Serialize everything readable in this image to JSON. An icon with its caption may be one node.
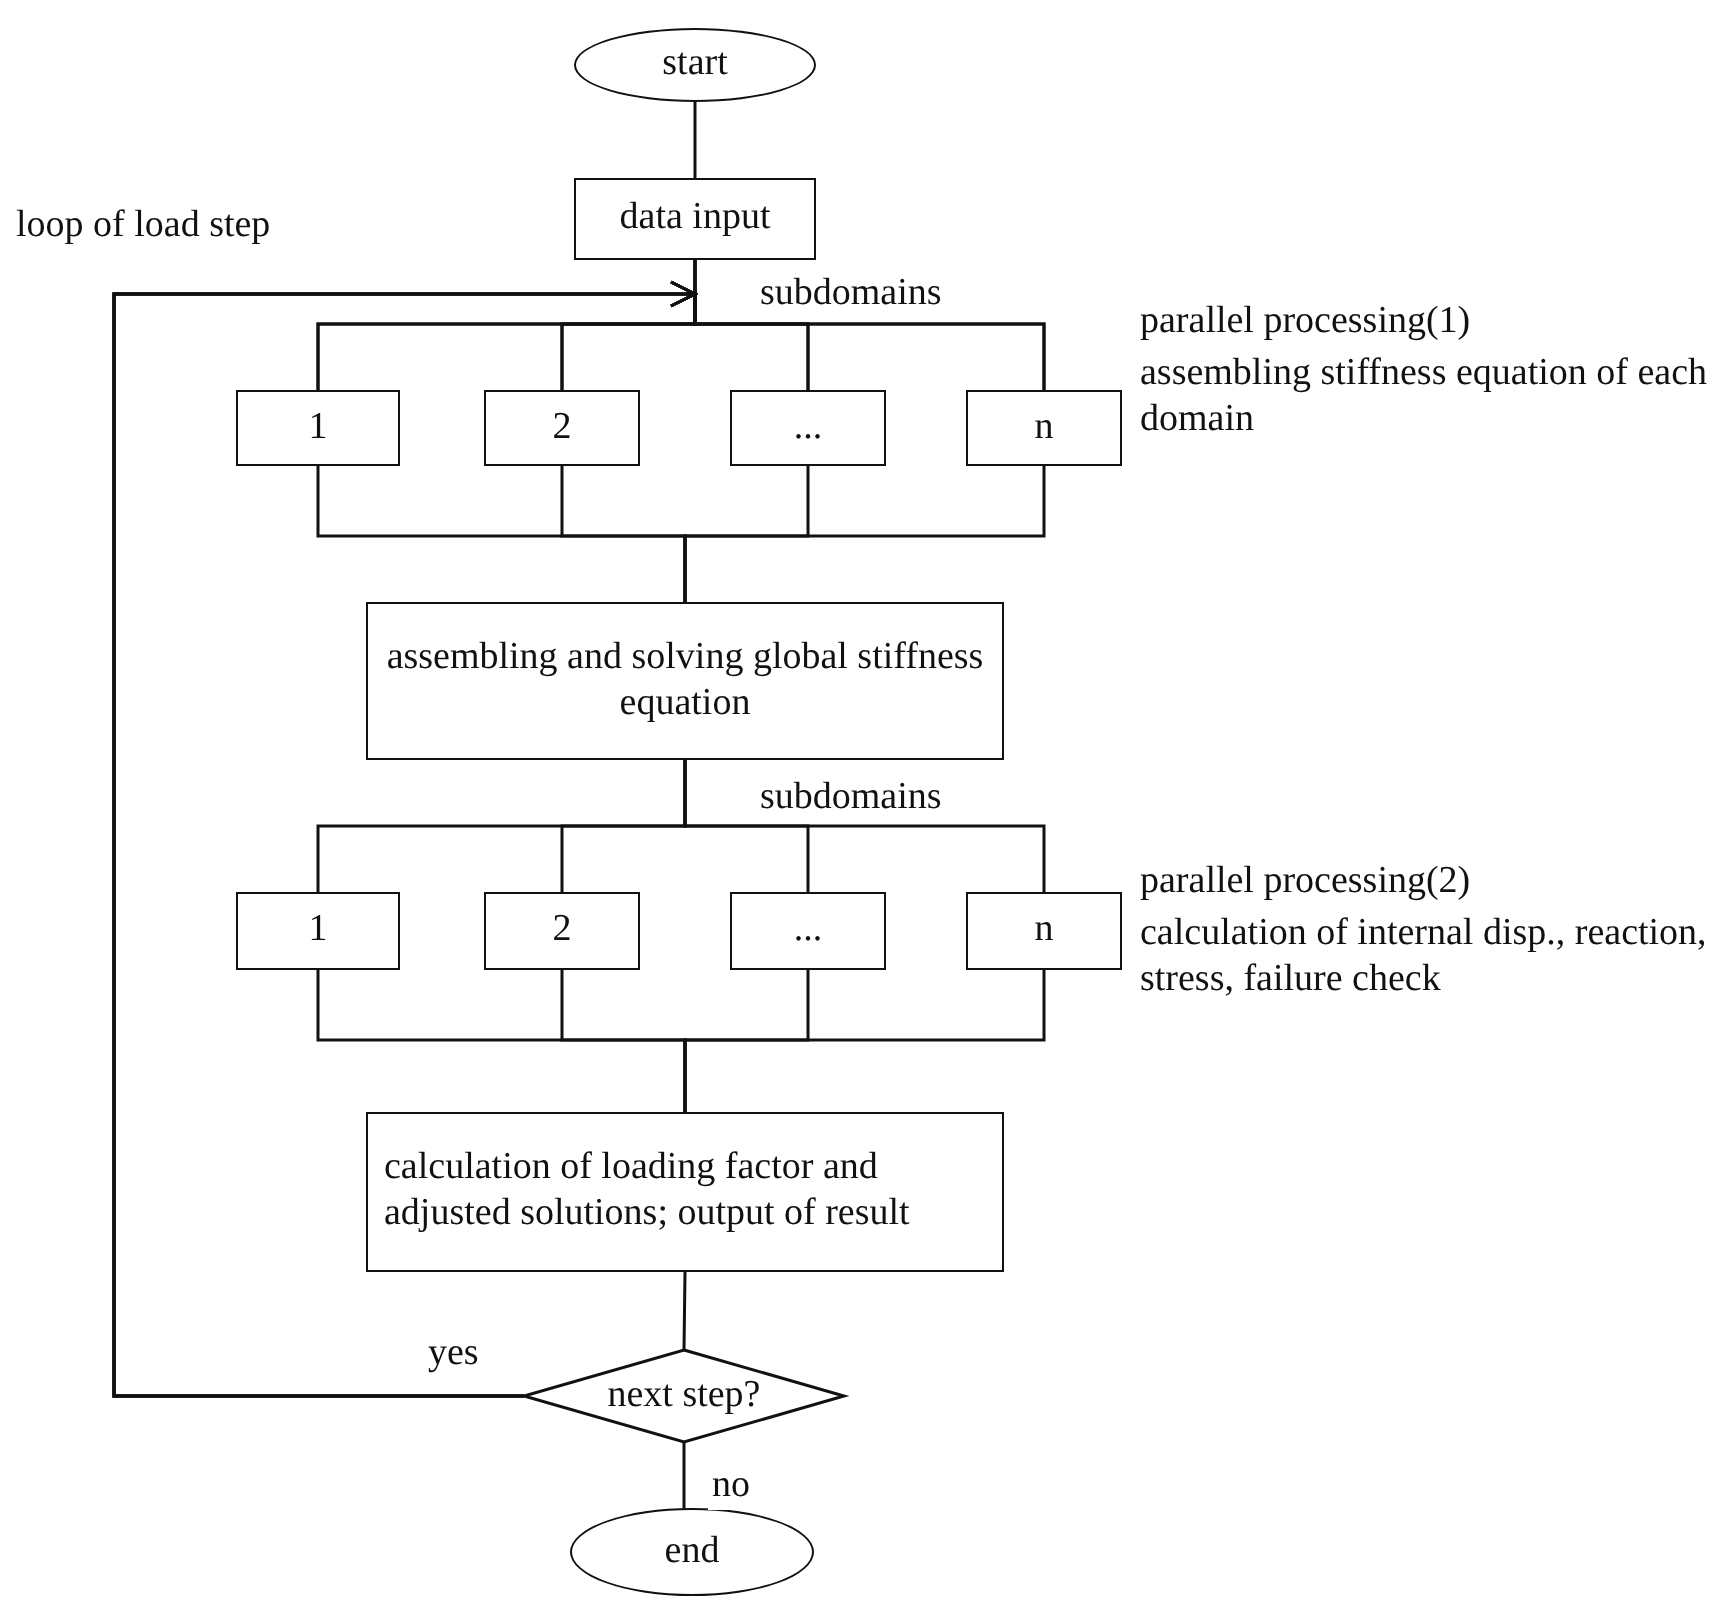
{
  "diagram": {
    "nodes": [
      {
        "text": [
          "start"
        ]
      },
      {
        "text": [
          "data input"
        ]
      },
      {
        "text": [
          "1"
        ]
      },
      {
        "text": [
          "2"
        ]
      },
      {
        "text": [
          "..."
        ]
      },
      {
        "text": [
          "n"
        ]
      },
      {
        "text": [
          "assembling and solving global stiffness equation"
        ]
      },
      {
        "text": [
          "1"
        ]
      },
      {
        "text": [
          "2"
        ]
      },
      {
        "text": [
          "..."
        ]
      },
      {
        "text": [
          "n"
        ]
      },
      {
        "text": [
          "calculation of loading factor and adjusted solutions; output of result"
        ]
      },
      {
        "text": [
          "next step?"
        ]
      },
      {
        "text": [
          "end"
        ]
      }
    ],
    "edges": [
      {
        "from": 0,
        "to": 1,
        "arrow": "none"
      },
      {
        "from": 1,
        "to": 2,
        "arrow": "none"
      },
      {
        "from": 1,
        "to": 3,
        "arrow": "none"
      },
      {
        "from": 1,
        "to": 4,
        "arrow": "none"
      },
      {
        "from": 1,
        "to": 5,
        "arrow": "none"
      },
      {
        "from": 2,
        "to": 6,
        "arrow": "none"
      },
      {
        "from": 3,
        "to": 6,
        "arrow": "none"
      },
      {
        "from": 4,
        "to": 6,
        "arrow": "none"
      },
      {
        "from": 5,
        "to": 6,
        "arrow": "none"
      },
      {
        "from": 6,
        "to": 7,
        "arrow": "none"
      },
      {
        "from": 6,
        "to": 8,
        "arrow": "none"
      },
      {
        "from": 6,
        "to": 9,
        "arrow": "none"
      },
      {
        "from": 6,
        "to": 10,
        "arrow": "none"
      },
      {
        "from": 7,
        "to": 11,
        "arrow": "none"
      },
      {
        "from": 8,
        "to": 11,
        "arrow": "none"
      },
      {
        "from": 9,
        "to": 11,
        "arrow": "none"
      },
      {
        "from": 10,
        "to": 11,
        "arrow": "none"
      },
      {
        "from": 11,
        "to": 12,
        "arrow": "none"
      },
      {
        "from": 12,
        "to": 13,
        "label": "no",
        "arrow": "none"
      },
      {
        "from": 12,
        "to": 2,
        "label": "yes",
        "arrow": "to"
      },
      {
        "from": 12,
        "to": 3,
        "arrow": "to"
      },
      {
        "from": 12,
        "to": 4,
        "arrow": "to"
      },
      {
        "from": 12,
        "to": 5,
        "arrow": "to"
      }
    ],
    "labels": [
      "loop of load step",
      "subdomains",
      "parallel processing(1)",
      "assembling stiffness equation of each domain",
      "subdomains",
      "parallel processing(2)",
      "calculation of internal disp., reaction, stress, failure check"
    ]
  }
}
